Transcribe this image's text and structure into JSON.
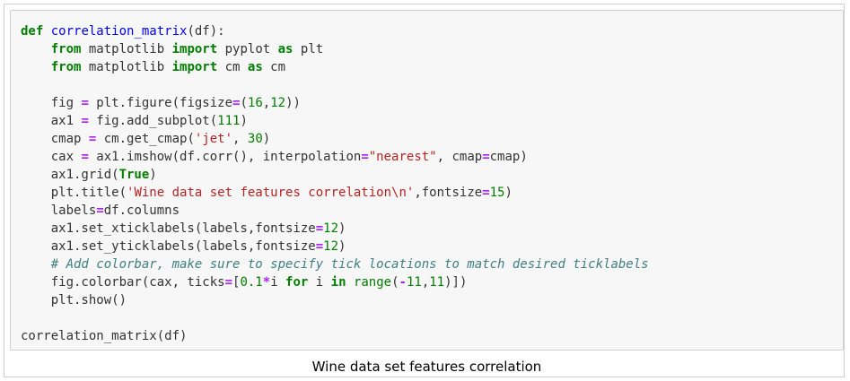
{
  "code_cell": {
    "lines": [
      [
        {
          "t": "def",
          "c": "kw"
        },
        {
          "t": " "
        },
        {
          "t": "correlation_matrix",
          "c": "fn"
        },
        {
          "t": "(df):"
        }
      ],
      [
        {
          "t": "    "
        },
        {
          "t": "from",
          "c": "kw"
        },
        {
          "t": " matplotlib "
        },
        {
          "t": "import",
          "c": "kw"
        },
        {
          "t": " pyplot "
        },
        {
          "t": "as",
          "c": "kw"
        },
        {
          "t": " plt"
        }
      ],
      [
        {
          "t": "    "
        },
        {
          "t": "from",
          "c": "kw"
        },
        {
          "t": " matplotlib "
        },
        {
          "t": "import",
          "c": "kw"
        },
        {
          "t": " cm "
        },
        {
          "t": "as",
          "c": "kw"
        },
        {
          "t": " cm"
        }
      ],
      [],
      [
        {
          "t": "    fig "
        },
        {
          "t": "=",
          "c": "op"
        },
        {
          "t": " plt.figure(figsize"
        },
        {
          "t": "=",
          "c": "op"
        },
        {
          "t": "("
        },
        {
          "t": "16",
          "c": "num"
        },
        {
          "t": ","
        },
        {
          "t": "12",
          "c": "num"
        },
        {
          "t": "))"
        }
      ],
      [
        {
          "t": "    ax1 "
        },
        {
          "t": "=",
          "c": "op"
        },
        {
          "t": " fig.add_subplot("
        },
        {
          "t": "111",
          "c": "num"
        },
        {
          "t": ")"
        }
      ],
      [
        {
          "t": "    cmap "
        },
        {
          "t": "=",
          "c": "op"
        },
        {
          "t": " cm.get_cmap("
        },
        {
          "t": "'jet'",
          "c": "str"
        },
        {
          "t": ", "
        },
        {
          "t": "30",
          "c": "num"
        },
        {
          "t": ")"
        }
      ],
      [
        {
          "t": "    cax "
        },
        {
          "t": "=",
          "c": "op"
        },
        {
          "t": " ax1.imshow(df.corr(), interpolation"
        },
        {
          "t": "=",
          "c": "op"
        },
        {
          "t": "\"nearest\"",
          "c": "str"
        },
        {
          "t": ", cmap"
        },
        {
          "t": "=",
          "c": "op"
        },
        {
          "t": "cmap)"
        }
      ],
      [
        {
          "t": "    ax1.grid("
        },
        {
          "t": "True",
          "c": "kw"
        },
        {
          "t": ")"
        }
      ],
      [
        {
          "t": "    plt.title("
        },
        {
          "t": "'Wine data set features correlation\\n'",
          "c": "str"
        },
        {
          "t": ",fontsize"
        },
        {
          "t": "=",
          "c": "op"
        },
        {
          "t": "15",
          "c": "num"
        },
        {
          "t": ")"
        }
      ],
      [
        {
          "t": "    labels"
        },
        {
          "t": "=",
          "c": "op"
        },
        {
          "t": "df.columns"
        }
      ],
      [
        {
          "t": "    ax1.set_xticklabels(labels,fontsize"
        },
        {
          "t": "=",
          "c": "op"
        },
        {
          "t": "12",
          "c": "num"
        },
        {
          "t": ")"
        }
      ],
      [
        {
          "t": "    ax1.set_yticklabels(labels,fontsize"
        },
        {
          "t": "=",
          "c": "op"
        },
        {
          "t": "12",
          "c": "num"
        },
        {
          "t": ")"
        }
      ],
      [
        {
          "t": "    "
        },
        {
          "t": "# Add colorbar, make sure to specify tick locations to match desired ticklabels",
          "c": "cm"
        }
      ],
      [
        {
          "t": "    fig.colorbar(cax, ticks"
        },
        {
          "t": "=",
          "c": "op"
        },
        {
          "t": "["
        },
        {
          "t": "0.1",
          "c": "num"
        },
        {
          "t": "*",
          "c": "op"
        },
        {
          "t": "i "
        },
        {
          "t": "for",
          "c": "kw"
        },
        {
          "t": " i "
        },
        {
          "t": "in",
          "c": "kw"
        },
        {
          "t": " "
        },
        {
          "t": "range",
          "c": "bi"
        },
        {
          "t": "("
        },
        {
          "t": "-",
          "c": "op"
        },
        {
          "t": "11",
          "c": "num"
        },
        {
          "t": ","
        },
        {
          "t": "11",
          "c": "num"
        },
        {
          "t": ")])"
        }
      ],
      [
        {
          "t": "    plt.show()"
        }
      ],
      [],
      [
        {
          "t": "correlation_matrix(df)"
        }
      ]
    ]
  },
  "output": {
    "title": "Wine data set features correlation"
  }
}
